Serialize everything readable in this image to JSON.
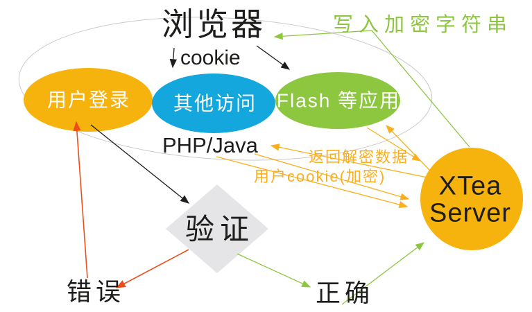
{
  "colors": {
    "ink": "#1d1d1b",
    "yellow": "#f7b30d",
    "blue": "#14a7de",
    "green": "#8dc63f",
    "orange": "#fbaf1c",
    "red": "#ee4d1b",
    "outline": "#c9cacb",
    "diamond": "#e5e5e7",
    "white": "#ffffff"
  },
  "browser": {
    "title": "浏览器",
    "cookie_label": "cookie",
    "nodes": {
      "login": "用户登录",
      "other": "其他访问",
      "flash": "Flash 等应用"
    }
  },
  "middleware": {
    "php_java": "PHP/Java"
  },
  "server": {
    "line1": "XTea",
    "line2": "Server"
  },
  "flows": {
    "write_encrypted": "写入加密字符串",
    "return_decrypted": "返回解密数据",
    "user_cookie": "用户cookie(加密)"
  },
  "decision": {
    "verify": "验证",
    "error": "错误",
    "correct": "正确"
  }
}
